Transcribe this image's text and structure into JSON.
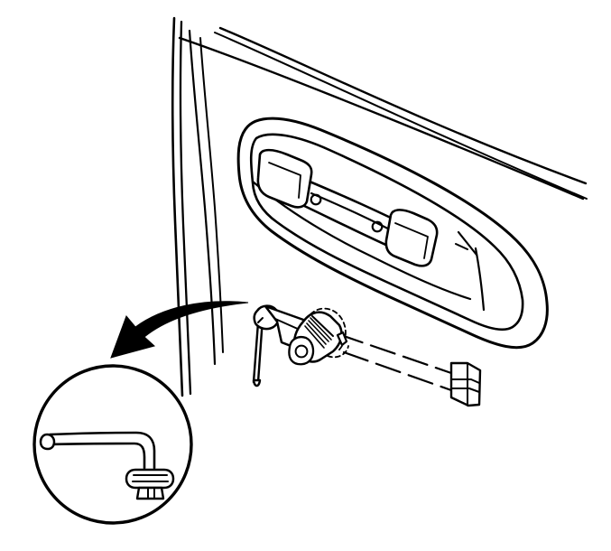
{
  "diagram": {
    "ink_color": "#000000",
    "background_color": "#ffffff",
    "parts": [
      {
        "name": "door-panel-edge"
      },
      {
        "name": "door-handle-bezel"
      },
      {
        "name": "lock-cylinder"
      },
      {
        "name": "lock-rod"
      },
      {
        "name": "removal-arrow"
      },
      {
        "name": "detail-magnifier"
      }
    ]
  }
}
